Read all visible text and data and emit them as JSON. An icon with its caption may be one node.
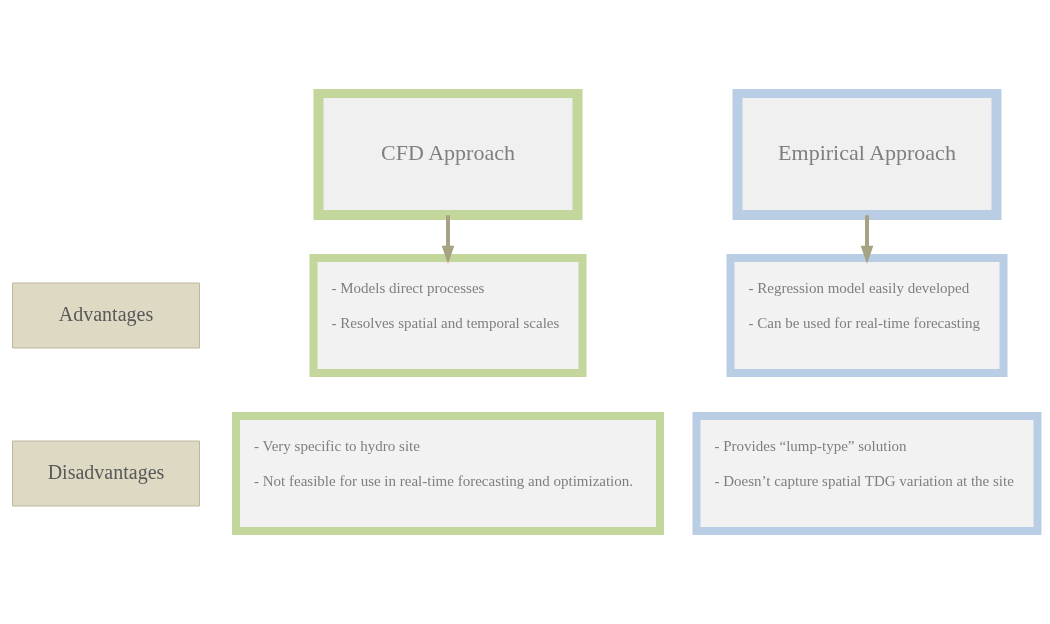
{
  "diagram": {
    "nodes": [
      {
        "text": [
          "CFD Approach"
        ]
      },
      {
        "text": [
          "Empirical Approach"
        ]
      },
      {
        "text": [
          "Advantages"
        ]
      },
      {
        "text": [
          "Disadvantages"
        ]
      },
      {
        "text": [
          "- Models direct processes",
          "- Resolves spatial and temporal scales"
        ]
      },
      {
        "text": [
          "- Regression model easily developed",
          "- Can be used for real-time forecasting"
        ]
      },
      {
        "text": [
          "- Very specific to hydro site",
          "- Not feasible for use in real-time forecasting and optimization."
        ]
      },
      {
        "text": [
          "- Provides “lump-type” solution",
          "- Doesn’t capture spatial TDG variation at the site"
        ]
      }
    ],
    "edges": [
      {
        "from": 0,
        "to": 4,
        "arrow": "to"
      },
      {
        "from": 1,
        "to": 5,
        "arrow": "to"
      }
    ]
  }
}
